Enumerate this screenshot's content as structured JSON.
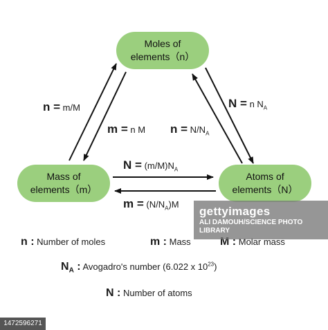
{
  "nodes": {
    "moles": {
      "line1": "Moles of",
      "line2": "elements（n）"
    },
    "mass": {
      "line1": "Mass of",
      "line2": "elements（m）"
    },
    "atoms": {
      "line1": "Atoms of",
      "line2": "elements（N）"
    }
  },
  "formulas": {
    "n_mm": {
      "lhs": "n =",
      "rhs": "m/M"
    },
    "m_nm": {
      "lhs": "m =",
      "rhs": "n  M"
    },
    "n_nna": {
      "lhs": "N =",
      "rhs": "n  N",
      "sub": "A"
    },
    "n_nna2": {
      "lhs": "n =",
      "rhs": "N/N",
      "sub": "A"
    },
    "n_mmna": {
      "lhs": "N =",
      "rhs": "(m/M)N",
      "sub": "A"
    },
    "m_nnam": {
      "lhs": "m =",
      "rhs": "(N/N",
      "sub": "A",
      "rhs2": ")M"
    }
  },
  "legend": {
    "n": {
      "symbol": "n :",
      "text": "Number of moles"
    },
    "m": {
      "symbol": "m :",
      "text": "Mass"
    },
    "M": {
      "symbol": "M :",
      "text": "Molar mass"
    },
    "NA": {
      "symbol": "N",
      "sub": "A",
      "colon": " :",
      "text": "Avogadro's number (6.022 x 10",
      "sup": "23",
      "close": ")"
    },
    "N": {
      "symbol": "N :",
      "text": "Number of atoms"
    }
  },
  "watermark": {
    "brand": "gettyimages",
    "credit": "ALI DAMOUH/SCIENCE PHOTO LIBRARY"
  },
  "image_id": "1472596271",
  "colors": {
    "node_fill": "#9bcf7e",
    "arrow": "#111111"
  }
}
